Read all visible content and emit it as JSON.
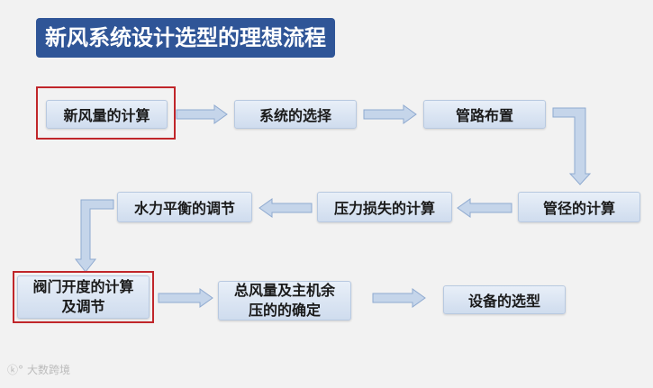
{
  "title": "新风系统设计选型的理想流程",
  "colors": {
    "title_bg": "#2f5597",
    "box_fill": "#dbe5f2",
    "arrow_fill": "#c5d5ea",
    "arrow_stroke": "#8faad0",
    "highlight": "#c0262a"
  },
  "steps": {
    "s1": "新风量的计算",
    "s2": "系统的选择",
    "s3": "管路布置",
    "s4": "管径的计算",
    "s5": "压力损失的计算",
    "s6": "水力平衡的调节",
    "s7_line1": "阀门开度的计算",
    "s7_line2": "及调节",
    "s8_line1": "总风量及主机余",
    "s8_line2": "压的的确定",
    "s9": "设备的选型"
  },
  "watermark": {
    "icon": "brand-logo-icon",
    "text": "大数跨境"
  }
}
